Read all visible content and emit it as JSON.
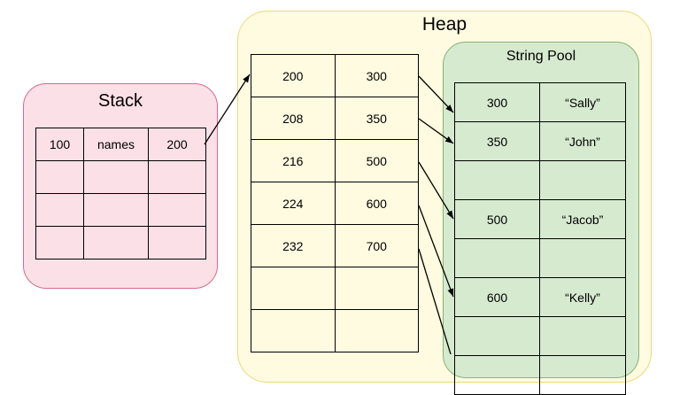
{
  "heap": {
    "title": "Heap"
  },
  "string_pool": {
    "title": "String Pool",
    "rows": [
      [
        "300",
        "“Sally”"
      ],
      [
        "350",
        "“John”"
      ],
      [
        "",
        ""
      ],
      [
        "500",
        "“Jacob”"
      ],
      [
        "",
        ""
      ],
      [
        "600",
        "“Kelly”"
      ],
      [
        "",
        ""
      ],
      [
        "",
        ""
      ]
    ]
  },
  "heap_array": {
    "rows": [
      [
        "200",
        "300"
      ],
      [
        "208",
        "350"
      ],
      [
        "216",
        "500"
      ],
      [
        "224",
        "600"
      ],
      [
        "232",
        "700"
      ],
      [
        "",
        ""
      ],
      [
        "",
        ""
      ]
    ]
  },
  "stack": {
    "title": "Stack",
    "rows": [
      [
        "100",
        "names",
        "200"
      ],
      [
        "",
        "",
        ""
      ],
      [
        "",
        "",
        ""
      ],
      [
        "",
        "",
        ""
      ]
    ]
  }
}
